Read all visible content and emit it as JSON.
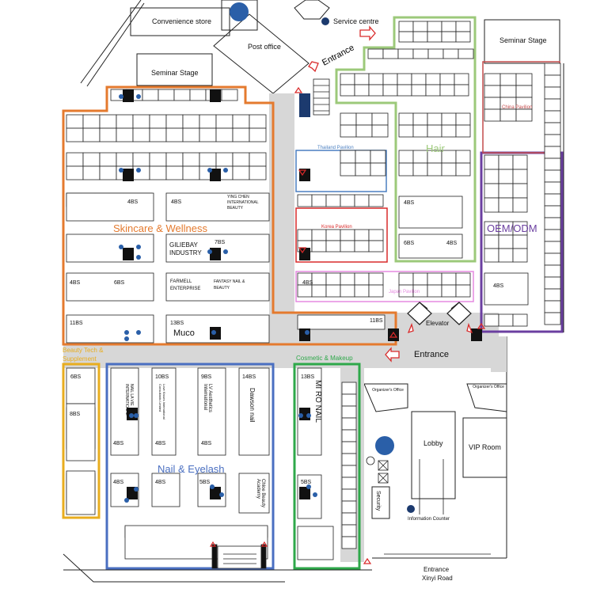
{
  "facilities": {
    "convenience_store": "Convenience store",
    "post_office": "Post office",
    "service_centre": "Service centre",
    "entrance_top": "Entrance",
    "seminar_stage_left": "Seminar Stage",
    "seminar_stage_right": "Seminar Stage",
    "elevator": "Elevator",
    "entrance_middle": "Entrance",
    "organizer_office_left": "Organizer's Office",
    "organizer_office_right": "Organizer's Office",
    "lobby": "Lobby",
    "vip_room": "VIP Room",
    "security": "Security",
    "information_counter": "Information Counter",
    "entrance_bottom": "Entrance",
    "xinyi_road": "Xinyi Road"
  },
  "zones": {
    "skincare": "Skincare & Wellness",
    "hair": "Hair",
    "oem": "OEM/ODM",
    "beauty_tech": "Beauty Tech & Supplement",
    "nail": "Nail & Eyelash",
    "cosmetic": "Cosmetic & Makeup",
    "thailand": "Thailand Pavilion",
    "korea": "Korea Pavilion",
    "japan": "Japan Pavilion",
    "china": "China Pavilion"
  },
  "exhibitors": {
    "yingchen": "YING CHEN INTERNATIONAL BEAUTY",
    "giliebay": "GILIEBAY INDUSTRY",
    "farmell": "FARMELL ENTERPRISE",
    "fantasy": "FANTASY NAIL & BEAUTY",
    "muco": "Muco",
    "nail_la_vie": "NAIL LA VIE INTERNATIONAL",
    "lovekiss": "Love Kisses International Consultants Limited",
    "lv_aesthetics": "LV Aesthetics International",
    "dawson": "Dawson nail",
    "chloe": "Chloe Beauty Academy",
    "miro": "MI RO NAIL"
  },
  "booth_sizes": {
    "a": "4BS",
    "b": "4BS",
    "c": "7BS",
    "d": "4BS",
    "e": "6BS",
    "f": "11BS",
    "g": "13BS",
    "h": "11BS",
    "i": "4BS",
    "j": "6BS",
    "k": "4BS",
    "l": "4BS",
    "m": "6BS",
    "n": "9BS",
    "o": "10BS",
    "p": "14BS",
    "q": "13BS",
    "r": "4BS",
    "s": "4BS",
    "t": "4BS",
    "u": "4BS",
    "v": "5BS",
    "w": "5BS",
    "x": "4BS",
    "y": "8BS",
    "z": "4BS"
  },
  "colors": {
    "skincare": "#e47a2e",
    "hair": "#9cc97a",
    "oem": "#6b3fa0",
    "beauty_tech": "#e8ad1e",
    "nail": "#4a6fc1",
    "cosmetic": "#2ea84a",
    "thailand": "#4a7fc1",
    "korea": "#d92a2a",
    "japan": "#e58ae0",
    "china": "#c44b4b",
    "corridor": "#d7d7d7",
    "booth_line": "#222222",
    "pillar": "#111111",
    "dot": "#2a5fa8"
  },
  "icons": [
    "info-icon",
    "restroom-icon",
    "arrow-icon",
    "stairs-icon",
    "elevator-icon"
  ]
}
